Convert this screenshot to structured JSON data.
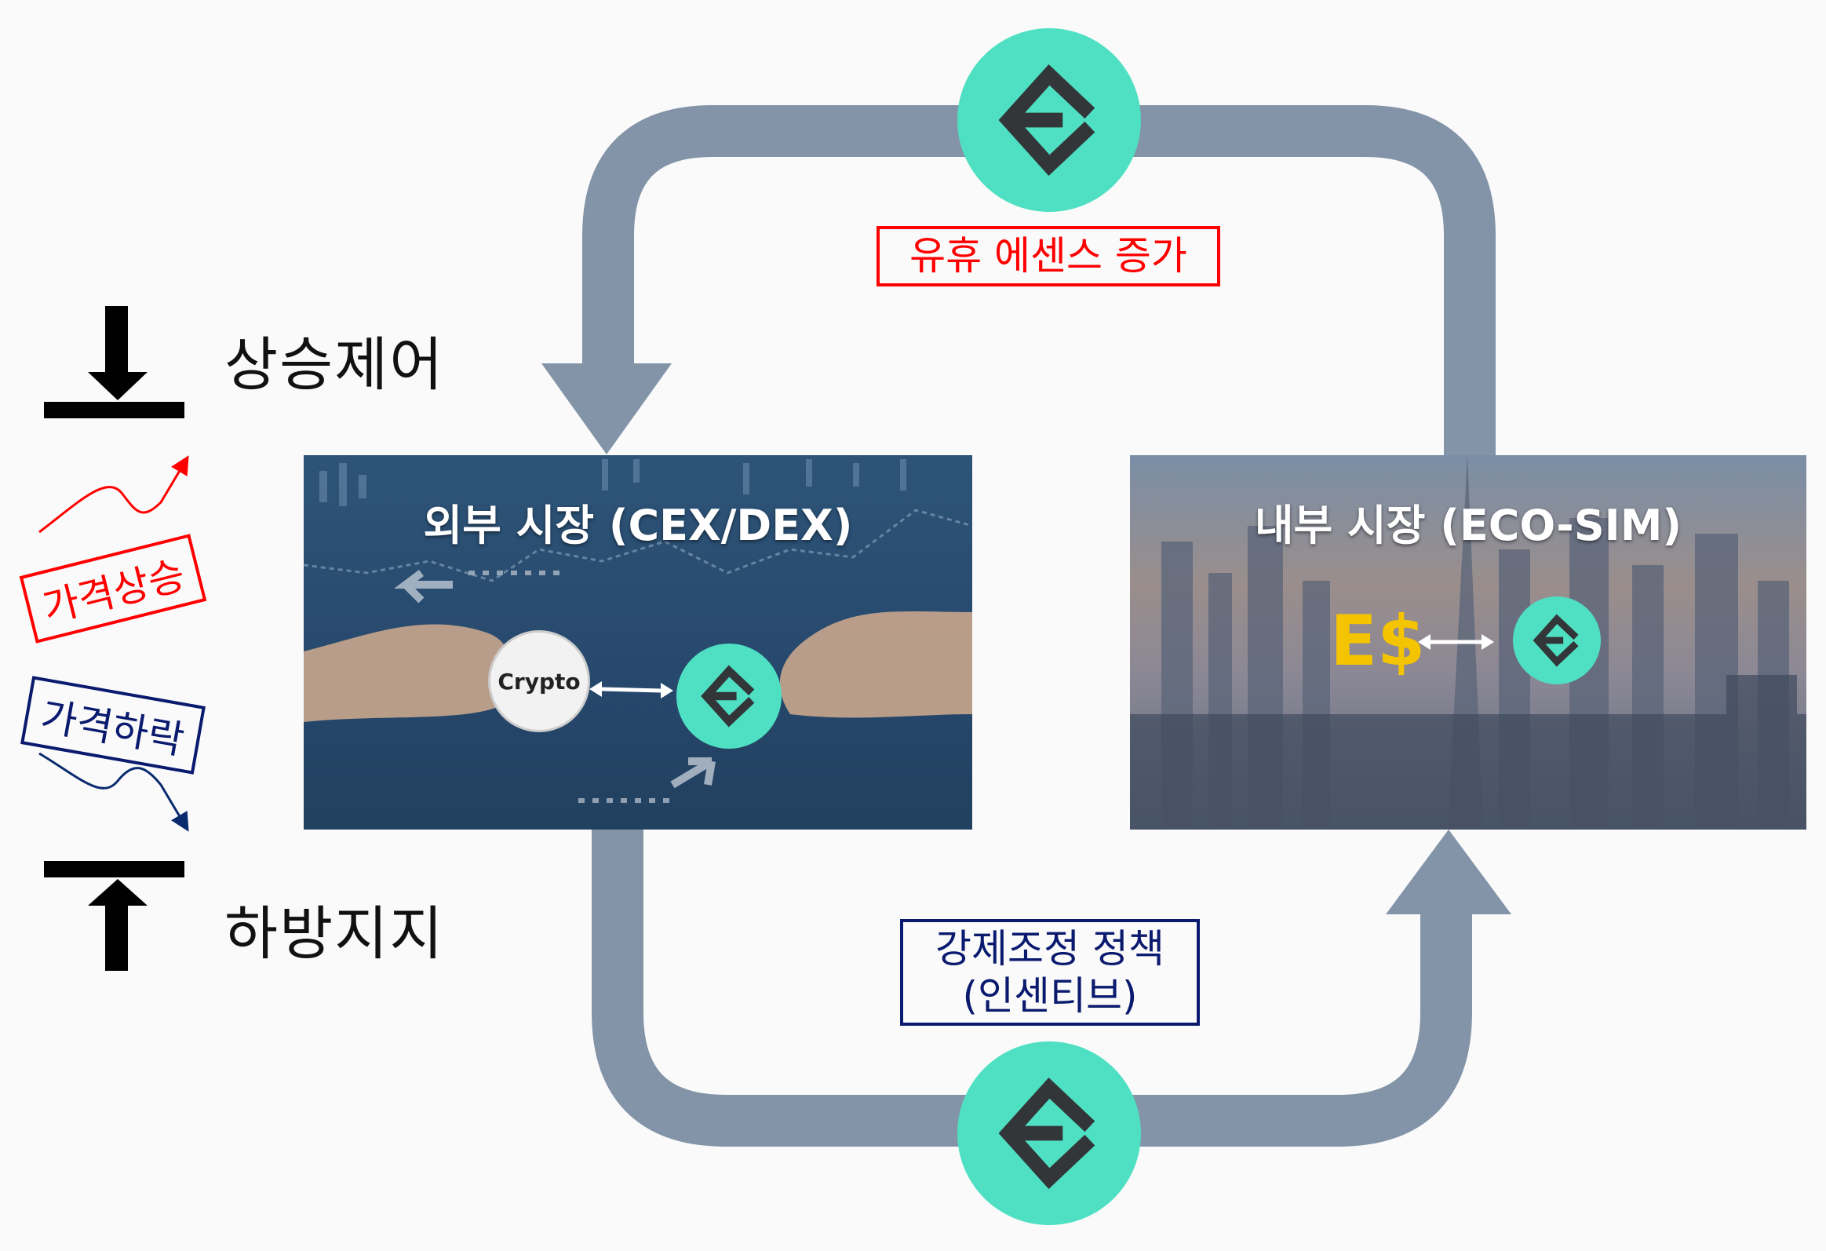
{
  "left_legend": {
    "upper_limit_label": "상승제어",
    "lower_limit_label": "하방지지",
    "price_up_label": "가격상승",
    "price_down_label": "가격하락"
  },
  "external_market": {
    "title": "외부 시장 (CEX/DEX)",
    "crypto_label": "Crypto"
  },
  "internal_market": {
    "title": "내부 시장 (ECO-SIM)",
    "currency_label": "E$"
  },
  "top_flow": {
    "label": "유휴 에센스 증가"
  },
  "bottom_flow": {
    "label_line1": "강제조정 정책",
    "label_line2": "(인센티브)"
  },
  "colors": {
    "pipe": "#8394a8",
    "coin": "#4fe0c3",
    "coin_glyph": "#333638",
    "red": "#ff0000",
    "navy": "#0a1a6e",
    "currency_yellow": "#f5c400"
  }
}
